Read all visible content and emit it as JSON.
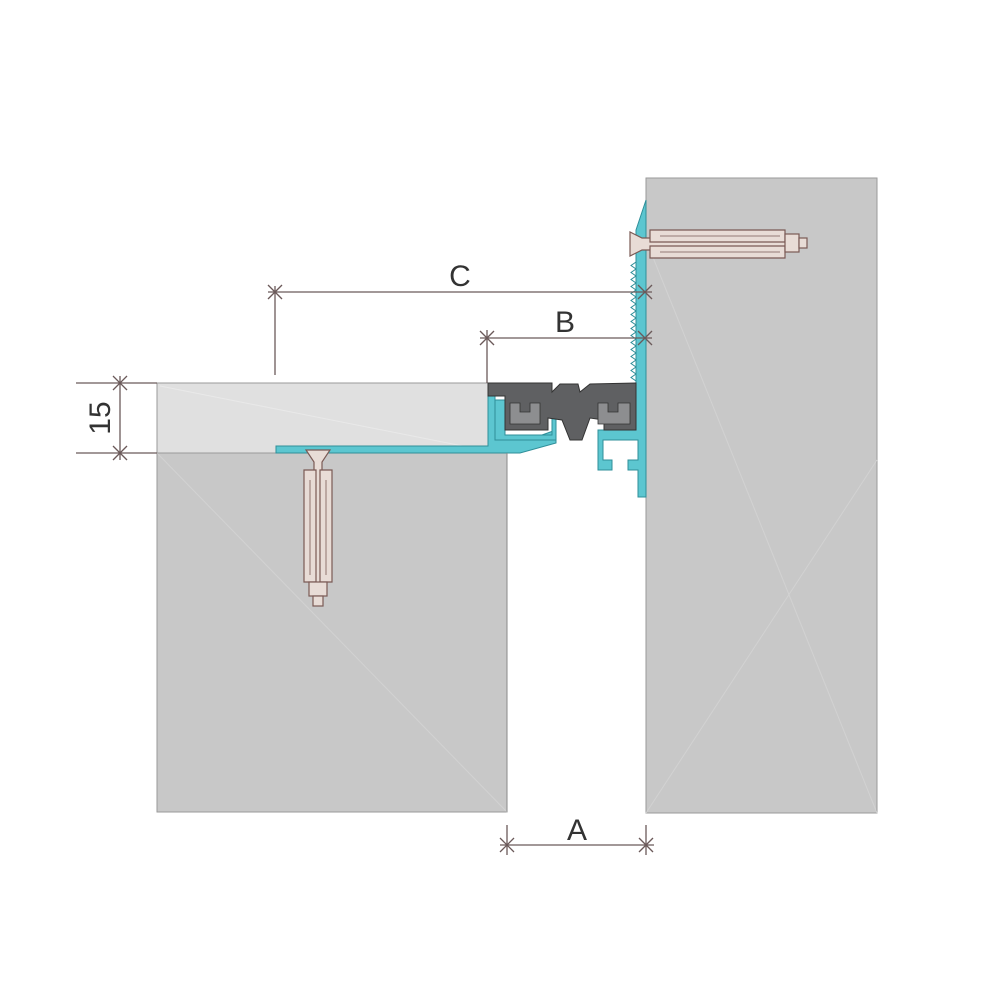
{
  "dimensions": {
    "a_label": "A",
    "b_label": "B",
    "c_label": "C",
    "thickness_label": "15"
  },
  "colors": {
    "background": "#ffffff",
    "concrete": "#c8c8c8",
    "slab": "#e0e0e0",
    "aluminium_profile": "#5cc6d0",
    "rubber_insert": "#5f6062",
    "anchor": "#e8dcd6",
    "anchor_outline": "#7a5a55",
    "dimension_line": "#6b5a5a"
  },
  "icons": {
    "left_anchor": "expansion-anchor-icon",
    "right_anchor": "expansion-anchor-icon"
  }
}
